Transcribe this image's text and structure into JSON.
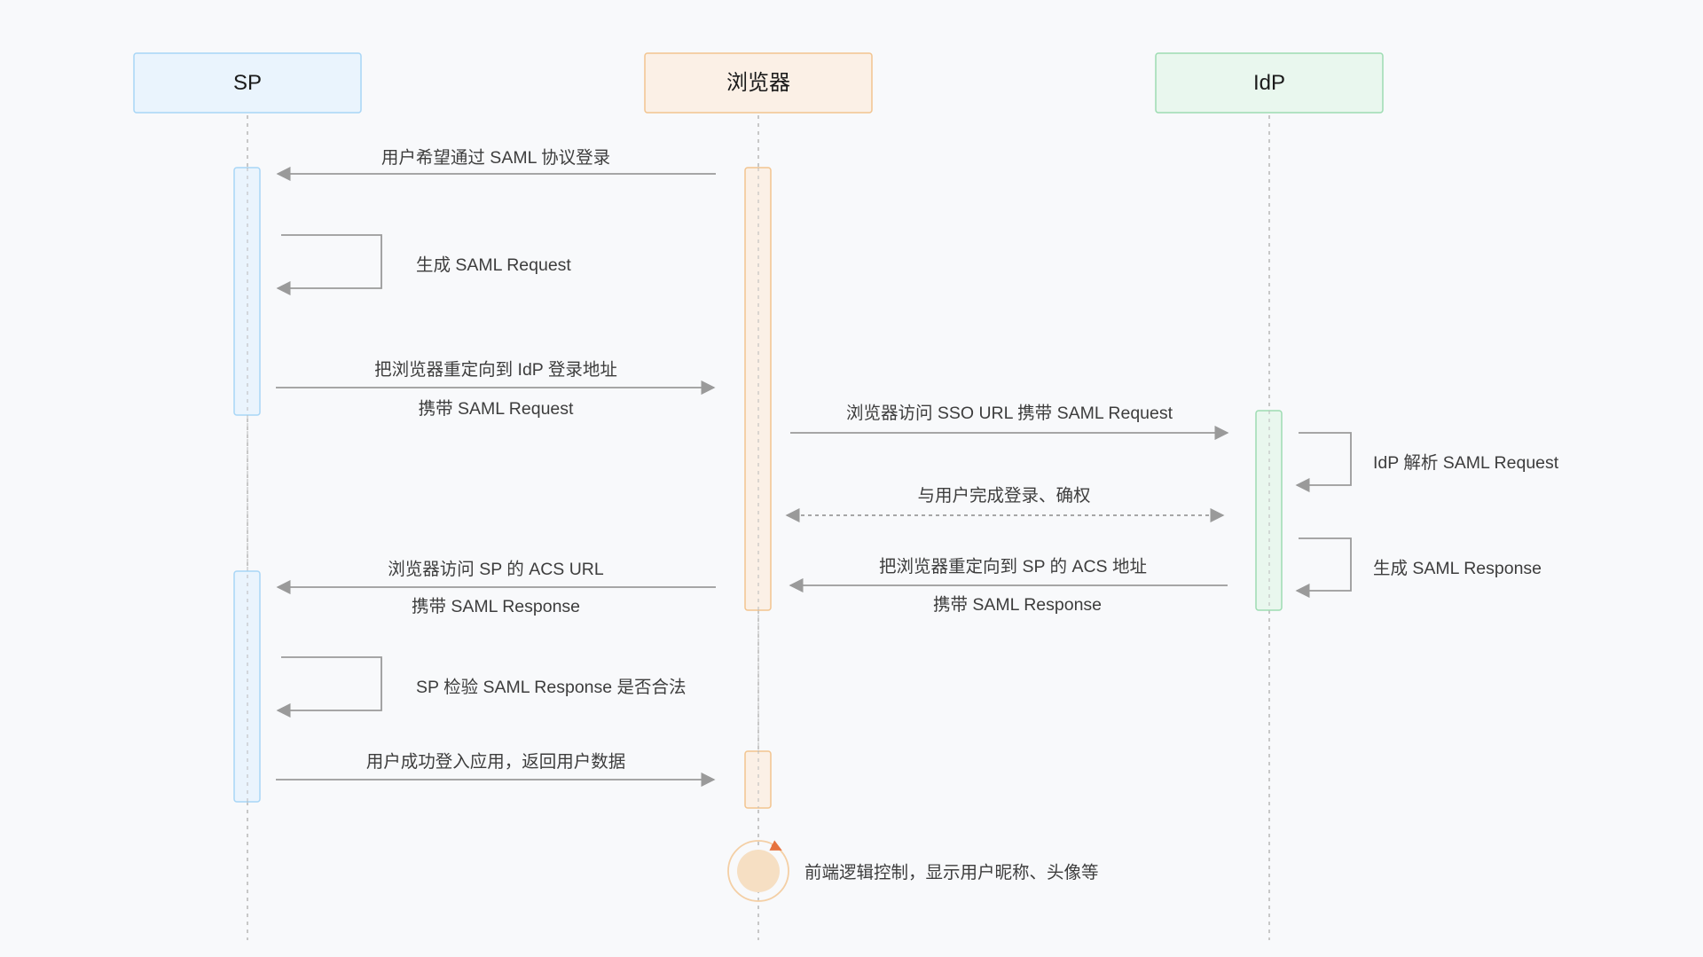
{
  "actors": {
    "sp": {
      "label": "SP",
      "fill": "#eaf4fd",
      "stroke": "#a8d6f6"
    },
    "browser": {
      "label": "浏览器",
      "fill": "#fbf0e6",
      "stroke": "#f2c48f"
    },
    "idp": {
      "label": "IdP",
      "fill": "#e9f7ee",
      "stroke": "#9ddcb2"
    }
  },
  "colors": {
    "lifeline": "#b8b8b8",
    "arrow": "#9a9a9a",
    "text": "#3d3d3d",
    "sp_activation_stroke": "#a8d6f6",
    "browser_activation_stroke": "#f2c48f",
    "idp_activation_stroke": "#9ddcb2",
    "browser_circle_fill": "#f6dfc3",
    "browser_circle_ring": "#f4cfa5",
    "circle_arrow": "#e6733f"
  },
  "messages": {
    "m1": "用户希望通过 SAML 协议登录",
    "m2": "生成 SAML Request",
    "m3a": "把浏览器重定向到 IdP 登录地址",
    "m3b": "携带 SAML Request",
    "m4": "浏览器访问 SSO URL 携带 SAML Request",
    "m5": "IdP 解析 SAML Request",
    "m6": "与用户完成登录、确权",
    "m7": "生成 SAML Response",
    "m8a": "浏览器访问 SP 的 ACS URL",
    "m8b": "携带 SAML Response",
    "m9a": "把浏览器重定向到 SP 的 ACS 地址",
    "m9b": "携带 SAML Response",
    "m10": "SP 检验 SAML Response 是否合法",
    "m11": "用户成功登入应用，返回用户数据",
    "m12": "前端逻辑控制，显示用户昵称、头像等"
  }
}
